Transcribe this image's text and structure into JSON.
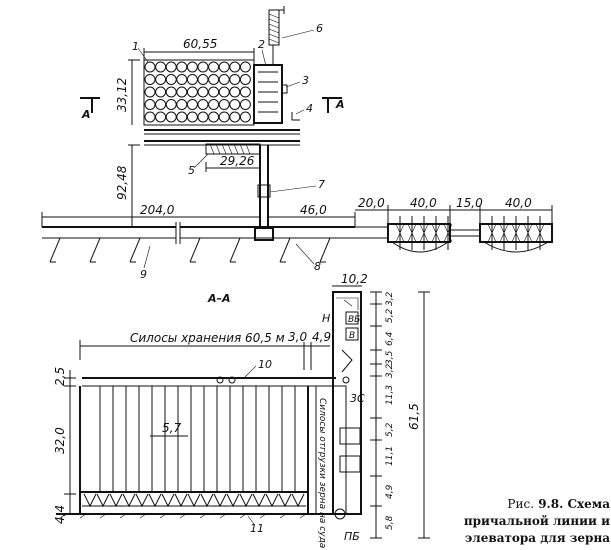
{
  "plan": {
    "dims": {
      "d60_55": "60,55",
      "d33_12": "33,12",
      "d92_48": "92,48",
      "d29_26": "29,26",
      "d204": "204,0",
      "d46": "46,0",
      "d20": "20,0",
      "d40a": "40,0",
      "d15": "15,0",
      "d40b": "40,0"
    },
    "callouts": [
      "1",
      "2",
      "3",
      "4",
      "5",
      "6",
      "7",
      "8",
      "9"
    ],
    "section_mark": "A"
  },
  "section": {
    "title": "А–А",
    "silos_label": "Силосы хранения 60,5 м",
    "d3_0": "3,0",
    "d4_9": "4,9",
    "d10_2": "10,2",
    "d2_5": "2,5",
    "d32_0": "32,0",
    "d5_7": "5,7",
    "d4_4": "4,4",
    "d61_5": "61,5",
    "stack_dims": [
      "3,2",
      "5,2",
      "6,4",
      "3,5",
      "3,2",
      "11,3",
      "5,2",
      "11,1",
      "4,9",
      "5,8"
    ],
    "label_10": "10",
    "label_11": "11",
    "label_N": "Н",
    "label_3S": "3С",
    "label_PB": "ПБ",
    "label_V": "В",
    "label_VB": "ВБ",
    "vertical_text": "Силосы отгрузки зерна на суда"
  },
  "caption": {
    "prefix": "Рис.",
    "number": "9.8.",
    "text": "Схема причальной линии и элеватора для зерна"
  }
}
